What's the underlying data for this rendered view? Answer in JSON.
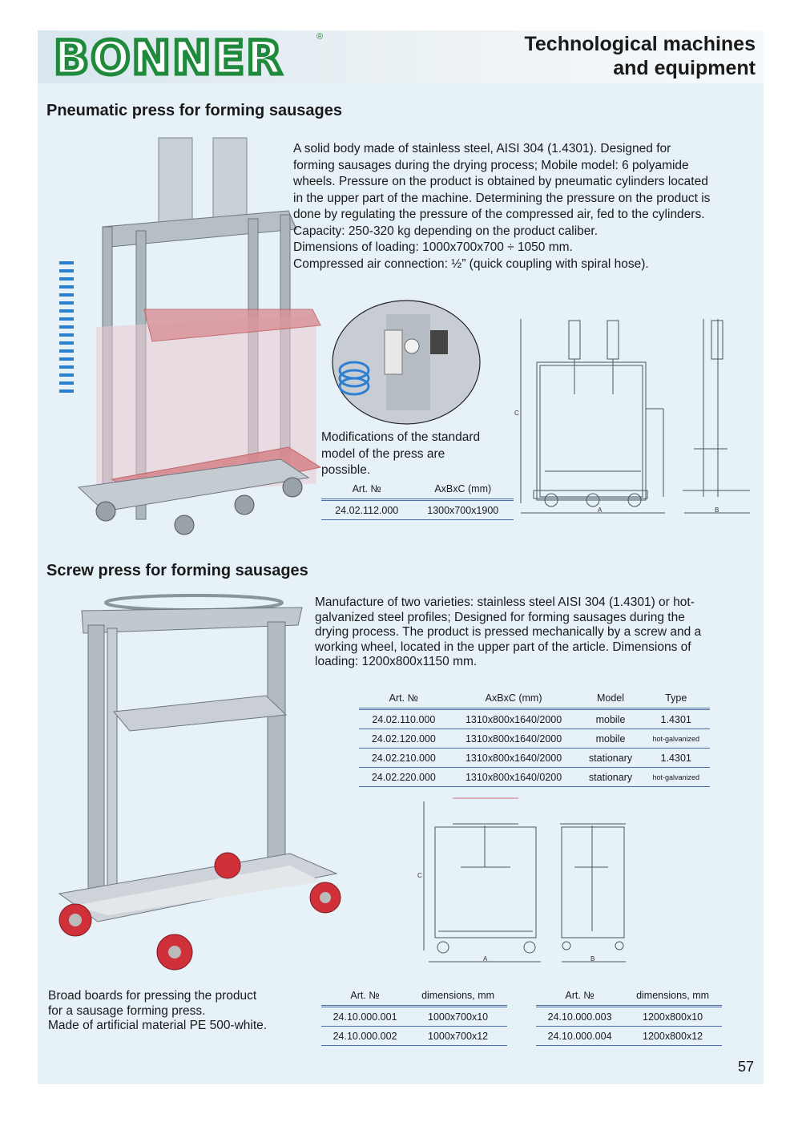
{
  "brand": {
    "logo_text": "BONNER",
    "registered_mark": "®",
    "logo_color": "#1f8a3b"
  },
  "header": {
    "title_line1": "Technological machines",
    "title_line2": "and equipment"
  },
  "section1": {
    "title": "Pneumatic press for forming sausages",
    "description_lines": [
      "A solid body made of stainless steel, AISI 304 (1.4301). Designed for",
      "forming sausages during the drying process; Mobile model: 6 polyamide",
      "wheels. Pressure on the product is obtained by pneumatic cylinders located",
      "in the upper part of the machine. Determining the pressure on the product is",
      "done by regulating the pressure of the compressed air, fed to the cylinders.",
      "Capacity: 250-320 kg depending on the product caliber.",
      "Dimensions of loading: 1000x700x700 ÷ 1050 mm.",
      "Compressed air connection: ½” (quick coupling with spiral hose)."
    ],
    "note_lines": [
      "Modifications of the standard",
      "model of the press are",
      "possible."
    ],
    "table": {
      "headers": [
        "Art. №",
        "AxBxC (mm)"
      ],
      "rows": [
        [
          "24.02.112.000",
          "1300x700x1900"
        ]
      ]
    },
    "drawing_labels": {
      "a": "A",
      "b": "B",
      "c": "C"
    }
  },
  "section2": {
    "title": "Screw press for forming sausages",
    "description_lines": [
      "Manufacture of two varieties: stainless steel AISI 304 (1.4301) or hot-",
      "galvanized steel profiles; Designed for forming sausages during the",
      "drying process. The product is pressed mechanically by a screw and a",
      "working wheel, located in the upper part of the article. Dimensions of",
      "loading: 1200x800x1150 mm."
    ],
    "table": {
      "headers": [
        "Art. №",
        "AxBxC (mm)",
        "Model",
        "Type"
      ],
      "rows": [
        [
          "24.02.110.000",
          "1310x800x1640/2000",
          "mobile",
          "1.4301"
        ],
        [
          "24.02.120.000",
          "1310x800x1640/2000",
          "mobile",
          "hot-galvanized"
        ],
        [
          "24.02.210.000",
          "1310x800x1640/2000",
          "stationary",
          "1.4301"
        ],
        [
          "24.02.220.000",
          "1310x800x1640/0200",
          "stationary",
          "hot-galvanized"
        ]
      ]
    },
    "drawing_labels": {
      "a": "A",
      "b": "B",
      "c": "C"
    }
  },
  "boards": {
    "note_lines": [
      "Broad boards for pressing the product",
      "for a sausage forming press.",
      "Made of artificial material PE 500-white."
    ],
    "table1": {
      "headers": [
        "Art. №",
        "dimensions, mm"
      ],
      "rows": [
        [
          "24.10.000.001",
          "1000x700x10"
        ],
        [
          "24.10.000.002",
          "1000x700x12"
        ]
      ]
    },
    "table2": {
      "headers": [
        "Art. №",
        "dimensions, mm"
      ],
      "rows": [
        [
          "24.10.000.003",
          "1200x800x10"
        ],
        [
          "24.10.000.004",
          "1200x800x12"
        ]
      ]
    }
  },
  "page_number": "57"
}
